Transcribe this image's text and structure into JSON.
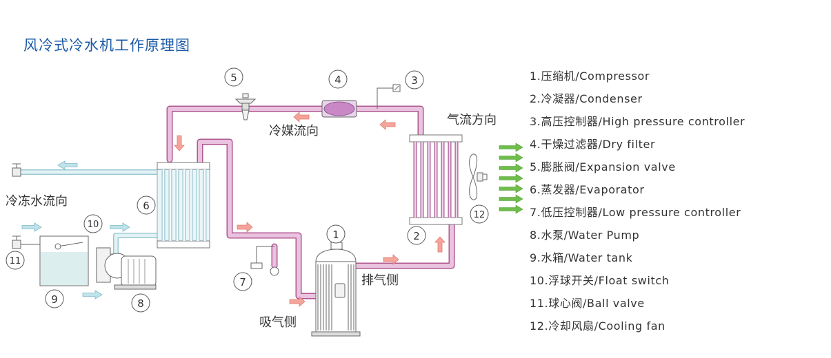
{
  "title": "风冷式冷水机工作原理图",
  "labels": {
    "refrigerant_flow": "冷媒流向",
    "airflow_direction": "气流方向",
    "chilled_water_flow": "冷冻水流向",
    "suction_side": "吸气侧",
    "discharge_side": "排气侧"
  },
  "legend": [
    {
      "no": "1",
      "text": "1.压缩机/Compressor"
    },
    {
      "no": "2",
      "text": "2.冷凝器/Condenser"
    },
    {
      "no": "3",
      "text": "3.高压控制器/High  pressure  controller"
    },
    {
      "no": "4",
      "text": "4.干燥过滤器/Dry  filter"
    },
    {
      "no": "5",
      "text": "5.膨胀阀/Expansion  valve"
    },
    {
      "no": "6",
      "text": " 6.蒸发器/Evaporator"
    },
    {
      "no": "7",
      "text": "7.低压控制器/Low  pressure  controller"
    },
    {
      "no": "8",
      "text": "8.水泵/Water  Pump"
    },
    {
      "no": "9",
      "text": "9.水箱/Water  tank"
    },
    {
      "no": "10",
      "text": "10.浮球开关/Float switch"
    },
    {
      "no": "11",
      "text": "11.球心阀/Ball   valve"
    },
    {
      "no": "12",
      "text": "12.冷却风扇/Cooling  fan"
    }
  ],
  "markers": [
    "1",
    "2",
    "3",
    "4",
    "5",
    "6",
    "7",
    "8",
    "9",
    "10",
    "11",
    "12"
  ],
  "colors": {
    "refrigerant_pipe": "#e4b6d6",
    "water_pipe": "#cfe9ec",
    "arrow_red": "#f4a49a",
    "arrow_green": "#6fbd4c",
    "title": "#1c5aa6"
  }
}
